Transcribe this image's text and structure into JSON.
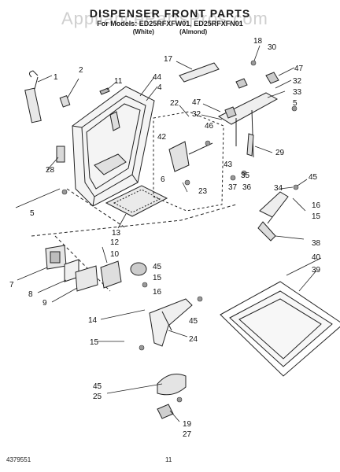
{
  "header": {
    "title": "DISPENSER FRONT PARTS",
    "subtitle": "For Models: ED25RFXFW01, ED25RFXFN01",
    "colors": [
      "(White)",
      "(Almond)"
    ],
    "watermark": "AppliancePartsPros.com"
  },
  "footer": {
    "doc_number": "4379551",
    "page_number": "11"
  },
  "callouts": [
    "1",
    "2",
    "11",
    "44",
    "4",
    "17",
    "18",
    "30",
    "47",
    "32",
    "33",
    "5",
    "22",
    "47",
    "32",
    "46",
    "42",
    "28",
    "29",
    "43",
    "35",
    "6",
    "23",
    "37",
    "36",
    "34",
    "45",
    "15",
    "16",
    "38",
    "5",
    "13",
    "12",
    "10",
    "45",
    "15",
    "16",
    "7",
    "8",
    "9",
    "14",
    "45",
    "24",
    "15",
    "40",
    "39",
    "45",
    "25",
    "19",
    "27"
  ]
}
